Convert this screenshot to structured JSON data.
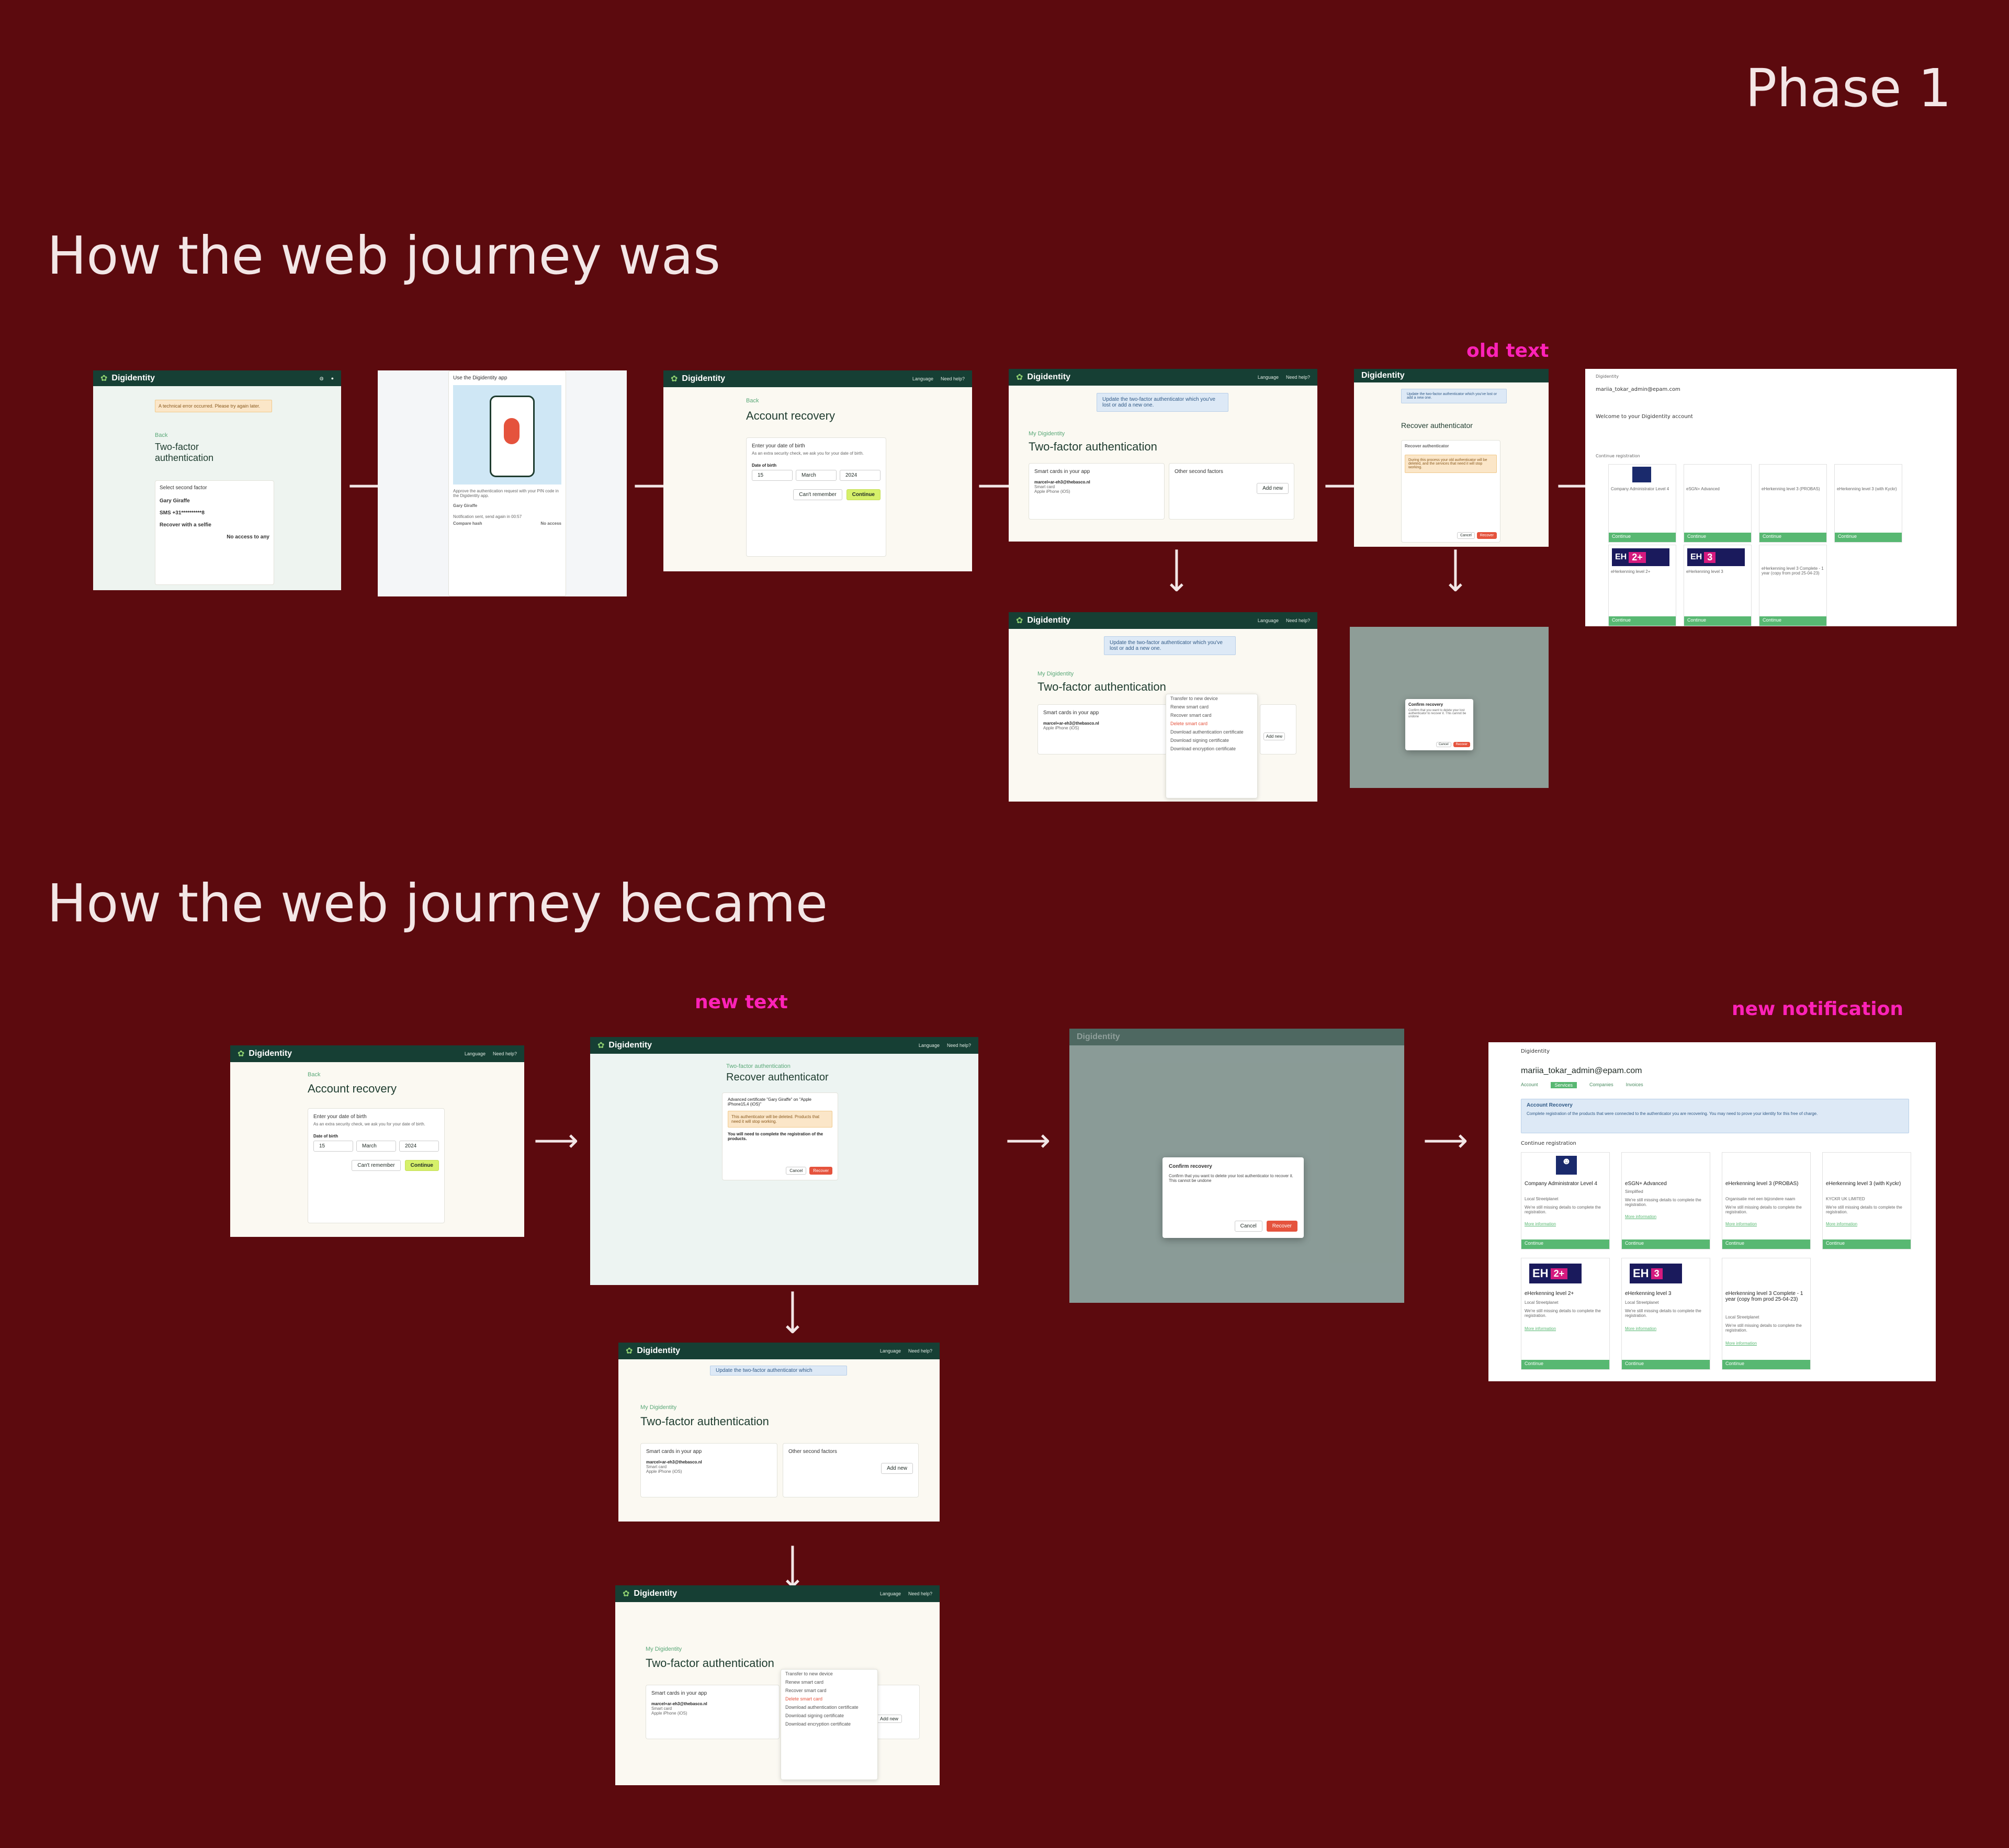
{
  "phase_label": "Phase 1",
  "section_old": "How the web journey was",
  "section_new": "How the web journey became",
  "annotations": {
    "old_text": "old text",
    "new_text": "new text",
    "new_notification": "new notification"
  },
  "app": {
    "brand": "Digidentity",
    "language": "Language",
    "need_help": "Need help?"
  },
  "old_flow": {
    "error_screen": {
      "error": "A technical error occurred. Please try again later.",
      "back": "Back",
      "title": "Two-factor authentication",
      "select_label": "Select second factor",
      "items": [
        "Gary Giraffe",
        "SMS +31**********8",
        "Recover with a selfie"
      ],
      "no_access": "No access to any"
    },
    "app_screen": {
      "header": "Use the Digidentity app",
      "body": "Approve the authentication request with your PIN code in the Digidentity app.",
      "device": "Gary Giraffe",
      "notification_sent": "Notification sent, send again in 00:57",
      "compare": "Compare hash",
      "no_access": "No access"
    },
    "dob_screen": {
      "back": "Back",
      "title": "Account recovery",
      "card_title": "Enter your date of birth",
      "card_body": "As an extra security check, we ask you for your date of birth.",
      "dob_label": "Date of birth",
      "day": "15",
      "month": "March",
      "year": "2024",
      "cant_remember": "Can't remember",
      "continue": "Continue"
    },
    "tfa_screen": {
      "notice": "Update the two-factor authenticator which you've lost or add a new one.",
      "crumb": "My Digidentity",
      "title": "Two-factor authentication",
      "smart_cards": "Smart cards in your app",
      "email": "marcel+ar-eh3@thebasco.nl",
      "sub1": "Smart card",
      "sub2": "Apple iPhone (iOS)",
      "other_factors": "Other second factors",
      "add_new": "Add new"
    },
    "tfa_menu": [
      "Transfer to new device",
      "Renew smart card",
      "Recover smart card",
      "Delete smart card",
      "Download authentication certificate",
      "Download signing certificate",
      "Download encryption certificate"
    ],
    "recover_screen": {
      "title": "Recover authenticator",
      "warning": "During this process your old authenticator will be deleted, and the services that need it will stop working.",
      "cancel": "Cancel",
      "recover": "Recover"
    },
    "confirm_screen": {
      "title": "Confirm recovery",
      "body": "Confirm that you want to delete your lost authenticator to recover it. This cannot be undone",
      "cancel": "Cancel",
      "recover": "Recover"
    }
  },
  "services_screen": {
    "email": "mariia_tokar_admin@epam.com",
    "tabs": [
      "Account",
      "Services",
      "Companies",
      "Invoices"
    ],
    "welcome": "Welcome to your Digidentity account",
    "notice_title": "Account Recovery",
    "notice_body": "Complete registration of the products that were connected to the authenticator you are recovering. You may need to prove your identity for this free of charge.",
    "continue_registration": "Continue registration",
    "cards": [
      {
        "title": "Company Administrator Level 4",
        "sub": "Local Streetplanet",
        "logo": "person"
      },
      {
        "title": "eSGN+ Advanced",
        "sub": "Simplified",
        "logo": "broken"
      },
      {
        "title": "eHerkenning level 3 (PROBAS)",
        "sub": "Organisatie met een bijzondere naam",
        "logo": "broken"
      },
      {
        "title": "eHerkenning level 3 (with Kyckr)",
        "sub": "KYCKR UK LIMITED",
        "logo": "broken"
      },
      {
        "title": "eHerkenning level 2+",
        "sub": "Local Streetplanet",
        "logo": "eh",
        "level": "2+"
      },
      {
        "title": "eHerkenning level 3",
        "sub": "Local Streetplanet",
        "logo": "eh",
        "level": "3"
      },
      {
        "title": "eHerkenning level 3 Complete - 1 year (copy from prod 25-04-23)",
        "sub": "Local Streetplanet",
        "logo": "broken"
      }
    ],
    "card_body": "We're still missing details to complete the registration.",
    "more_info": "More information",
    "continue": "Continue"
  },
  "new_flow": {
    "dob_screen": {
      "back": "Back",
      "title": "Account recovery",
      "card_title": "Enter your date of birth",
      "card_body": "As an extra security check, we ask you for your date of birth.",
      "dob_label": "Date of birth",
      "day": "15",
      "month": "March",
      "year": "2024",
      "cant_remember": "Can't remember",
      "continue": "Continue"
    },
    "recover_screen": {
      "crumb": "Two-factor authentication",
      "title": "Recover authenticator",
      "device": "Advanced certificate \"Gary Giraffe\" on \"Apple iPhone15,4 (iOS)\"",
      "warning": "This authenticator will be deleted. Products that need it will stop working.",
      "note": "You will need to complete the registration of the products.",
      "cancel": "Cancel",
      "recover": "Recover"
    },
    "confirm_screen": {
      "title": "Confirm recovery",
      "body": "Confirm that you want to delete your lost authenticator to recover it. This cannot be undone",
      "cancel": "Cancel",
      "recover": "Recover"
    },
    "tfa_screen": {
      "notice": "Update the two-factor authenticator which",
      "crumb": "My Digidentity",
      "title": "Two-factor authentication",
      "smart_cards": "Smart cards in your app",
      "email": "marcel+ar-eh3@thebasco.nl",
      "sub1": "Smart card",
      "sub2": "Apple iPhone (iOS)",
      "other_factors": "Other second factors",
      "add_new": "Add new"
    }
  },
  "colors": {
    "background": "#5c0a0e",
    "heading": "#f3e6e6",
    "annotation": "#ff22b8",
    "app_bar": "#163f34",
    "accent_green": "#d6f06a",
    "danger": "#e5533d"
  }
}
